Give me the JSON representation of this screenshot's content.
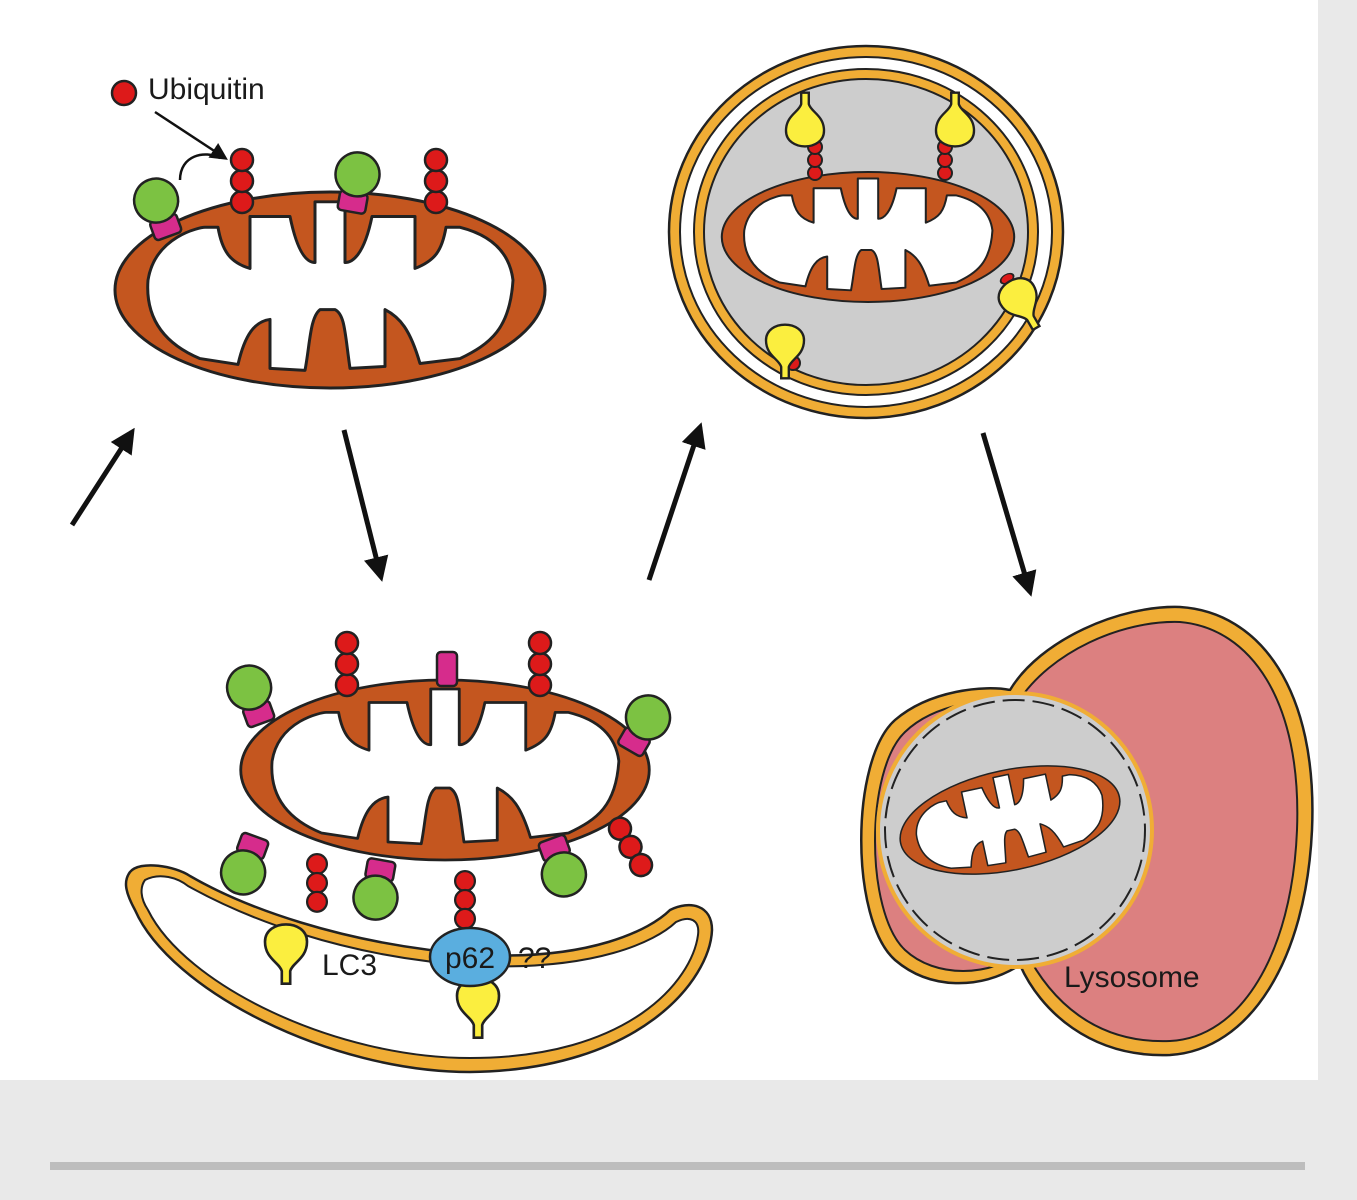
{
  "labels": {
    "ubiquitin": "Ubiquitin",
    "lc3": "LC3",
    "p62": "p62",
    "unknown": "??",
    "lysosome": "Lysosome"
  },
  "colors": {
    "mito_matrix": "#c4561f",
    "ubiquitin": "#dd1a1a",
    "green_protein": "#7cc242",
    "magenta_protein": "#d62c8c",
    "lc3": "#fbee3f",
    "p62": "#5aaedf",
    "membrane": "#f0ad35",
    "lumen": "#cdcdcd",
    "lysosome": "#dc8080",
    "panel": "#ffffff",
    "page": "#e9e9e9"
  },
  "icons": [
    "mitochondrion-icon",
    "ubiquitin-chain-icon",
    "pink1-parkin-complex-icon",
    "lc3-icon",
    "p62-icon",
    "autophagosome-icon",
    "lysosome-icon",
    "arrow-icon"
  ]
}
